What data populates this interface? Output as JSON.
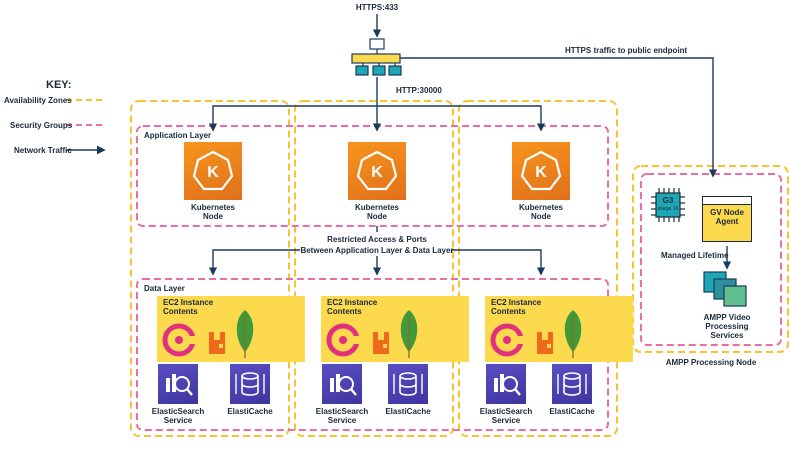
{
  "labels": {
    "https_in": "HTTPS:433",
    "http_30000": "HTTP:30000",
    "https_public": "HTTPS traffic to public endpoint",
    "application_layer": "Application Layer",
    "data_layer": "Data Layer",
    "restricted_line1": "Restricted Access & Ports",
    "restricted_line2": "Between Application Layer & Data Layer",
    "ampp_node": "AMPP Processing Node",
    "managed_lifetime": "Managed Lifetime"
  },
  "key": {
    "title": "KEY:",
    "items": [
      {
        "label": "Availability Zones",
        "color": "#f8c330"
      },
      {
        "label": "Security Groups",
        "color": "#e86fa4"
      },
      {
        "label": "Network Traffic",
        "color": "#1a3a5c"
      }
    ]
  },
  "k8s_node": {
    "line1": "Kubernetes",
    "line2": "Node"
  },
  "ec2": {
    "line1": "EC2 Instance",
    "line2": "Contents"
  },
  "elasticsearch": {
    "line1": "ElasticSearch",
    "line2": "Service"
  },
  "elasticache": {
    "line1": "ElastiCache"
  },
  "gpu": {
    "line1": "G3",
    "line2": "xlarge 16"
  },
  "gv_agent": {
    "line1": "GV Node",
    "line2": "Agent"
  },
  "ampp_services": {
    "line1": "AMPP Video",
    "line2": "Processing",
    "line3": "Services"
  },
  "colors": {
    "zone": "#f8c330",
    "security": "#e86fa4",
    "arrow": "#1a3a5c",
    "k8s": "#f28a1d",
    "ec2": "#fdd94e",
    "aws_service": "#4b41b3",
    "teal": "#1da7b5",
    "green": "#5fbf8e"
  }
}
